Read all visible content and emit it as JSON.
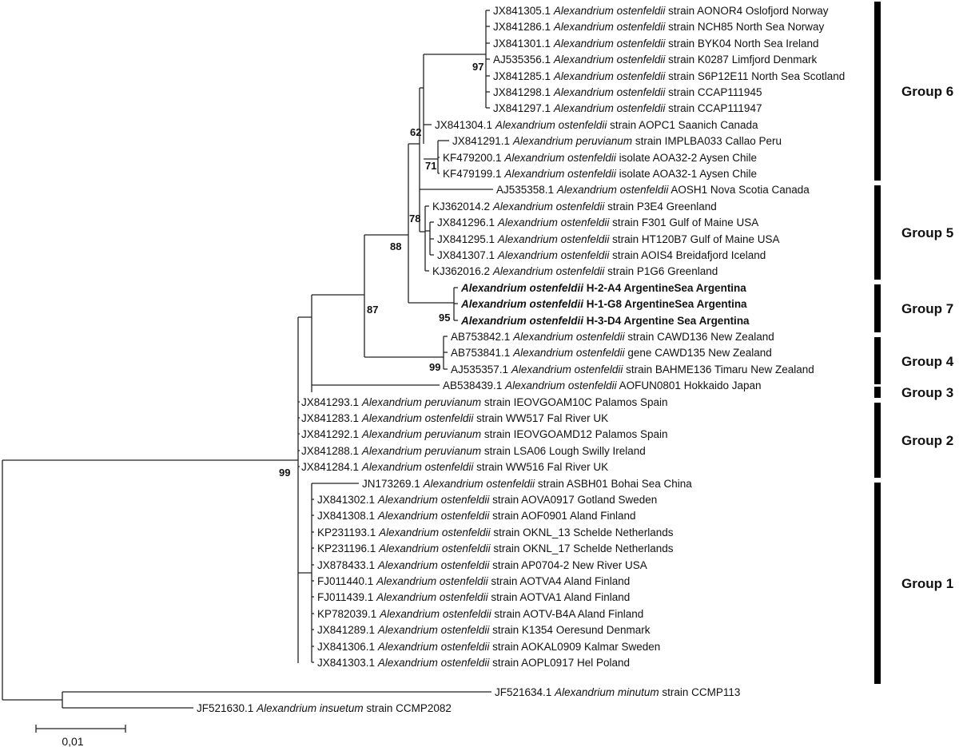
{
  "taxa": [
    {
      "acc": "JX841305.1",
      "species": "Alexandrium ostenfeldii",
      "rest": "strain AONOR4 Oslofjord Norway"
    },
    {
      "acc": "JX841286.1",
      "species": "Alexandrium ostenfeldii",
      "rest": "strain NCH85 North Sea Norway"
    },
    {
      "acc": "JX841301.1",
      "species": "Alexandrium ostenfeldii",
      "rest": "strain BYK04 North Sea Ireland"
    },
    {
      "acc": "AJ535356.1",
      "species": "Alexandrium ostenfeldii",
      "rest": "strain K0287 Limfjord Denmark"
    },
    {
      "acc": "JX841285.1",
      "species": "Alexandrium ostenfeldii",
      "rest": "strain S6P12E11 North Sea Scotland"
    },
    {
      "acc": "JX841298.1",
      "species": "Alexandrium ostenfeldii",
      "rest": "strain CCAP111945"
    },
    {
      "acc": "JX841297.1",
      "species": "Alexandrium ostenfeldii",
      "rest": "strain CCAP111947"
    },
    {
      "acc": "JX841304.1",
      "species": "Alexandrium ostenfeldii",
      "rest": "strain AOPC1 Saanich Canada"
    },
    {
      "acc": "JX841291.1",
      "species": "Alexandrium peruvianum",
      "rest": "strain IMPLBA033 Callao Peru"
    },
    {
      "acc": "KF479200.1",
      "species": "Alexandrium ostenfeldii",
      "rest": "isolate AOA32-2 Aysen Chile"
    },
    {
      "acc": "KF479199.1",
      "species": "Alexandrium ostenfeldii",
      "rest": "isolate AOA32-1 Aysen Chile"
    },
    {
      "acc": "AJ535358.1",
      "species": "Alexandrium ostenfeldii",
      "rest": "AOSH1 Nova Scotia Canada"
    },
    {
      "acc": "KJ362014.2",
      "species": "Alexandrium ostenfeldii",
      "rest": "strain P3E4 Greenland"
    },
    {
      "acc": "JX841296.1",
      "species": "Alexandrium ostenfeldii",
      "rest": "strain F301 Gulf of Maine USA"
    },
    {
      "acc": "JX841295.1",
      "species": "Alexandrium ostenfeldii",
      "rest": "strain HT120B7 Gulf of Maine USA"
    },
    {
      "acc": "JX841307.1",
      "species": "Alexandrium ostenfeldii",
      "rest": "strain AOIS4 Breidafjord Iceland"
    },
    {
      "acc": "KJ362016.2",
      "species": "Alexandrium ostenfeldii",
      "rest": "strain P1G6 Greenland"
    },
    {
      "acc": "",
      "species": "Alexandrium ostenfeldii",
      "rest": "H-2-A4 ArgentineSea Argentina",
      "bold": true
    },
    {
      "acc": "",
      "species": "Alexandrium ostenfeldii",
      "rest": "H-1-G8 ArgentineSea Argentina",
      "bold": true
    },
    {
      "acc": "",
      "species": "Alexandrium ostenfeldii",
      "rest": "H-3-D4 Argentine Sea Argentina",
      "bold": true
    },
    {
      "acc": "AB753842.1",
      "species": "Alexandrium ostenfeldii",
      "rest": "strain CAWD136 New Zealand"
    },
    {
      "acc": "AB753841.1",
      "species": "Alexandrium ostenfeldii",
      "rest": "gene CAWD135 New Zealand"
    },
    {
      "acc": "AJ535357.1",
      "species": "Alexandrium ostenfeldii",
      "rest": "strain BAHME136 Timaru New Zealand"
    },
    {
      "acc": "AB538439.1",
      "species": "Alexandrium ostenfeldii",
      "rest": "AOFUN0801 Hokkaido Japan"
    },
    {
      "acc": "JX841293.1",
      "species": "Alexandrium peruvianum",
      "rest": "strain IEOVGOAM10C Palamos Spain"
    },
    {
      "acc": "JX841283.1",
      "species": "Alexandrium ostenfeldii",
      "rest": "strain WW517 Fal River UK"
    },
    {
      "acc": "JX841292.1",
      "species": "Alexandrium peruvianum",
      "rest": "strain IEOVGOAMD12 Palamos Spain"
    },
    {
      "acc": "JX841288.1",
      "species": "Alexandrium peruvianum",
      "rest": "strain LSA06 Lough Swilly Ireland"
    },
    {
      "acc": "JX841284.1",
      "species": "Alexandrium ostenfeldii",
      "rest": "strain WW516 Fal River UK"
    },
    {
      "acc": "JN173269.1",
      "species": "Alexandrium ostenfeldii",
      "rest": "strain ASBH01 Bohai Sea China"
    },
    {
      "acc": "JX841302.1",
      "species": "Alexandrium ostenfeldii",
      "rest": "strain AOVA0917 Gotland Sweden"
    },
    {
      "acc": "JX841308.1",
      "species": "Alexandrium ostenfeldii",
      "rest": "strain AOF0901 Aland Finland"
    },
    {
      "acc": "KP231193.1",
      "species": "Alexandrium ostenfeldii",
      "rest": "strain OKNL_13 Schelde Netherlands"
    },
    {
      "acc": "KP231196.1",
      "species": "Alexandrium ostenfeldii",
      "rest": "strain OKNL_17 Schelde Netherlands"
    },
    {
      "acc": "JX878433.1",
      "species": "Alexandrium ostenfeldii",
      "rest": "strain AP0704-2 New River USA"
    },
    {
      "acc": "FJ011440.1",
      "species": "Alexandrium ostenfeldii",
      "rest": "strain AOTVA4 Aland Finland"
    },
    {
      "acc": "FJ011439.1",
      "species": "Alexandrium ostenfeldii",
      "rest": "strain AOTVA1 Aland Finland"
    },
    {
      "acc": "KP782039.1",
      "species": "Alexandrium ostenfeldii",
      "rest": "strain AOTV-B4A  Aland Finland"
    },
    {
      "acc": "JX841289.1",
      "species": "Alexandrium ostenfeldii",
      "rest": "strain K1354 Oeresund Denmark"
    },
    {
      "acc": "JX841306.1",
      "species": "Alexandrium ostenfeldii",
      "rest": "strain AOKAL0909 Kalmar Sweden"
    },
    {
      "acc": "JX841303.1",
      "species": "Alexandrium ostenfeldii",
      "rest": "strain AOPL0917 Hel Poland"
    },
    {
      "acc": "JF521634.1",
      "species": "Alexandrium minutum",
      "rest": "strain CCMP113"
    },
    {
      "acc": "JF521630.1",
      "species": "Alexandrium insuetum",
      "rest": "strain CCMP2082"
    }
  ],
  "bootstrap": [
    "97",
    "62",
    "71",
    "78",
    "88",
    "87",
    "95",
    "99",
    "99"
  ],
  "groups": [
    "Group 6",
    "Group 5",
    "Group 7",
    "Group 4",
    "Group 3",
    "Group 2",
    "Group 1"
  ],
  "scale_bar": {
    "label": "0,01"
  }
}
